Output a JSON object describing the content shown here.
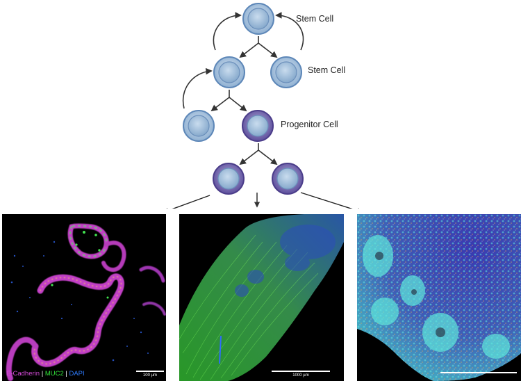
{
  "diagram": {
    "labels": {
      "stem_cell_top": "Stem Cell",
      "stem_cell_mid": "Stem Cell",
      "progenitor_cell": "Progenitor Cell"
    },
    "colors": {
      "stem_ring": "#5d87b8",
      "stem_core": "#a9c6e0",
      "progenitor_ring": "#4b3d8a",
      "progenitor_body": "#8f86c2",
      "progenitor_core": "#a9c6e0",
      "arrow": "#333333"
    }
  },
  "panels": [
    {
      "legend": {
        "ecadherin": "E-Cadherin",
        "separator": "|",
        "muc2": "MUC2",
        "dapi": "DAPI"
      },
      "scale_label": "100 µm"
    },
    {
      "scale_label": "1000 µm"
    },
    {
      "scale_label": ""
    }
  ]
}
